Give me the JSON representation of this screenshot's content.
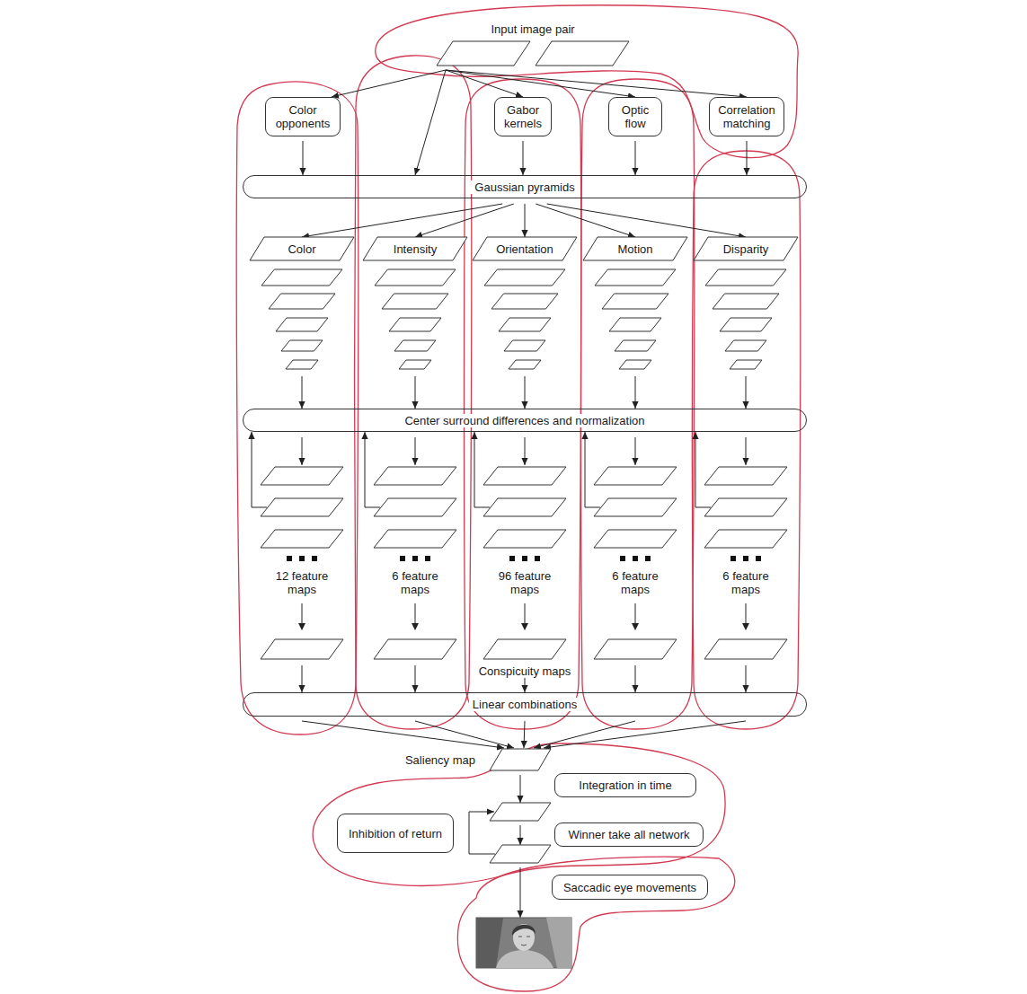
{
  "diagram": {
    "nodes": [
      {
        "text": [
          "Input image pair"
        ]
      },
      {
        "text": [
          "Color opponents"
        ]
      },
      {
        "text": [
          "Gabor kernels"
        ]
      },
      {
        "text": [
          "Optic flow"
        ]
      },
      {
        "text": [
          "Correlation matching"
        ]
      },
      {
        "text": [
          "Gaussian pyramids"
        ]
      },
      {
        "text": [
          "Color"
        ]
      },
      {
        "text": [
          "Intensity"
        ]
      },
      {
        "text": [
          "Orientation"
        ]
      },
      {
        "text": [
          "Motion"
        ]
      },
      {
        "text": [
          "Disparity"
        ]
      },
      {
        "text": [
          "Center surround differences and normalization"
        ]
      },
      {
        "text": [
          "12 feature maps"
        ]
      },
      {
        "text": [
          "6 feature maps"
        ]
      },
      {
        "text": [
          "96 feature maps"
        ]
      },
      {
        "text": [
          "6 feature maps"
        ]
      },
      {
        "text": [
          "6 feature maps"
        ]
      },
      {
        "text": [
          "Linear combinations"
        ]
      },
      {
        "text": [
          "Saliency map"
        ]
      },
      {
        "text": [
          "Integration in time"
        ]
      },
      {
        "text": [
          "Inhibition of return"
        ]
      },
      {
        "text": [
          "Winner take all network"
        ]
      },
      {
        "text": [
          "Saccadic eye movements"
        ]
      }
    ],
    "edges": [
      {
        "from": 0,
        "to": 1,
        "arrow": "to"
      },
      {
        "from": 0,
        "to": 5,
        "arrow": "to"
      },
      {
        "from": 0,
        "to": 2,
        "arrow": "to"
      },
      {
        "from": 0,
        "to": 3,
        "arrow": "to"
      },
      {
        "from": 0,
        "to": 4,
        "arrow": "to"
      },
      {
        "from": 1,
        "to": 5,
        "arrow": "to"
      },
      {
        "from": 2,
        "to": 5,
        "arrow": "to"
      },
      {
        "from": 3,
        "to": 5,
        "arrow": "to"
      },
      {
        "from": 4,
        "to": 5,
        "arrow": "to"
      },
      {
        "from": 5,
        "to": 6,
        "arrow": "to"
      },
      {
        "from": 5,
        "to": 7,
        "arrow": "to"
      },
      {
        "from": 5,
        "to": 8,
        "arrow": "to"
      },
      {
        "from": 5,
        "to": 9,
        "arrow": "to"
      },
      {
        "from": 5,
        "to": 10,
        "arrow": "to"
      },
      {
        "from": 6,
        "to": 11,
        "arrow": "to"
      },
      {
        "from": 7,
        "to": 11,
        "arrow": "to"
      },
      {
        "from": 8,
        "to": 11,
        "arrow": "to"
      },
      {
        "from": 9,
        "to": 11,
        "arrow": "to"
      },
      {
        "from": 10,
        "to": 11,
        "arrow": "to"
      },
      {
        "from": 11,
        "to": 12,
        "arrow": "to"
      },
      {
        "from": 11,
        "to": 13,
        "arrow": "to"
      },
      {
        "from": 11,
        "to": 14,
        "arrow": "to"
      },
      {
        "from": 11,
        "to": 15,
        "arrow": "to"
      },
      {
        "from": 11,
        "to": 16,
        "arrow": "to"
      },
      {
        "from": 12,
        "to": 11,
        "arrow": "to"
      },
      {
        "from": 13,
        "to": 11,
        "arrow": "to"
      },
      {
        "from": 14,
        "to": 11,
        "arrow": "to"
      },
      {
        "from": 15,
        "to": 11,
        "arrow": "to"
      },
      {
        "from": 16,
        "to": 11,
        "arrow": "to"
      },
      {
        "from": 12,
        "to": 17,
        "arrow": "to"
      },
      {
        "from": 13,
        "to": 17,
        "arrow": "to"
      },
      {
        "from": 14,
        "to": 17,
        "arrow": "to"
      },
      {
        "from": 15,
        "to": 17,
        "arrow": "to"
      },
      {
        "from": 16,
        "to": 17,
        "arrow": "to"
      },
      {
        "from": 17,
        "to": 18,
        "arrow": "to"
      },
      {
        "from": 17,
        "to": 18,
        "arrow": "to"
      },
      {
        "from": 17,
        "to": 18,
        "arrow": "to"
      },
      {
        "from": 17,
        "to": 18,
        "arrow": "to"
      },
      {
        "from": 17,
        "to": 18,
        "arrow": "to"
      },
      {
        "from": 18,
        "to": 19,
        "arrow": "to"
      },
      {
        "from": 19,
        "to": 21,
        "arrow": "to"
      },
      {
        "from": 21,
        "to": 19,
        "arrow": "to"
      },
      {
        "from": 21,
        "to": 22,
        "arrow": "to"
      }
    ],
    "labels": [
      "Conspicuity maps"
    ]
  }
}
